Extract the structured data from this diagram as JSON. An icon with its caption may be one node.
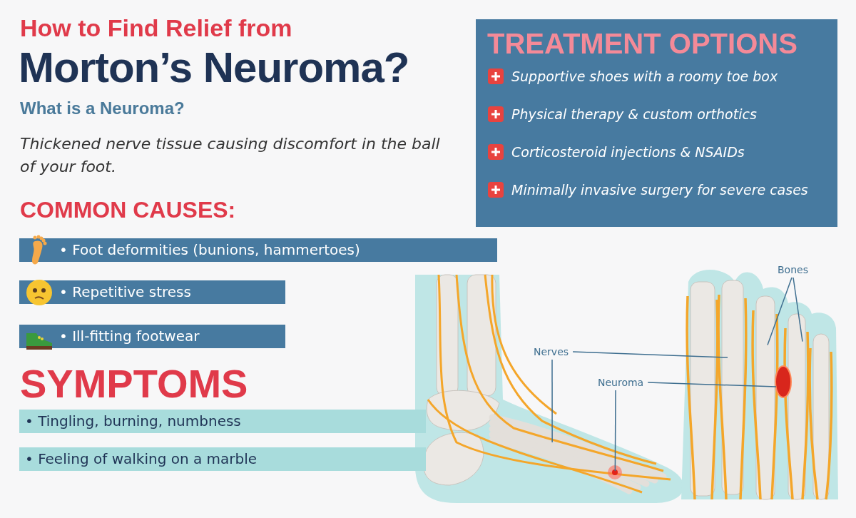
{
  "diagram": {
    "title": "Morton’s Neuroma?",
    "nodes": [
      {
        "text": [
          "TREATMENT OPTIONS",
          "Supportive shoes with a roomy toe box",
          "Physical therapy & custom orthotics",
          "Corticosteroid injections & NSAIDs",
          "Minimally invasive surgery for severe cases"
        ]
      },
      {
        "text": [
          "• Foot deformities (bunions, hammertoes)"
        ]
      },
      {
        "text": [
          "• Repetitive stress"
        ]
      },
      {
        "text": [
          "• Ill-fitting footwear"
        ]
      },
      {
        "text": [
          "• Tingling, burning, numbness"
        ]
      },
      {
        "text": [
          "• Feeling of walking on a marble"
        ]
      },
      {
        "text": [
          "Nerves"
        ]
      },
      {
        "text": [
          "Neuroma"
        ]
      },
      {
        "text": [
          "Bones"
        ]
      },
      {
        "text": [],
        "shape": "picture"
      },
      {
        "text": [],
        "shape": "picture"
      }
    ],
    "edges": [
      {
        "from": 6,
        "to": 10,
        "arrow": "none"
      },
      {
        "from": 6,
        "to": 9,
        "arrow": "none"
      },
      {
        "from": 7,
        "to": 10,
        "arrow": "none"
      },
      {
        "from": 7,
        "to": 9,
        "arrow": "none"
      },
      {
        "from": 8,
        "to": 10,
        "arrow": "none"
      },
      {
        "from": 8,
        "to": 10,
        "arrow": "none"
      }
    ],
    "labels": [
      "How to Find Relief from",
      "What is a Neuroma?",
      "Thickened nerve tissue causing discomfort in the ball of your foot.",
      "COMMON CAUSES:",
      "SYMPTOMS"
    ]
  }
}
